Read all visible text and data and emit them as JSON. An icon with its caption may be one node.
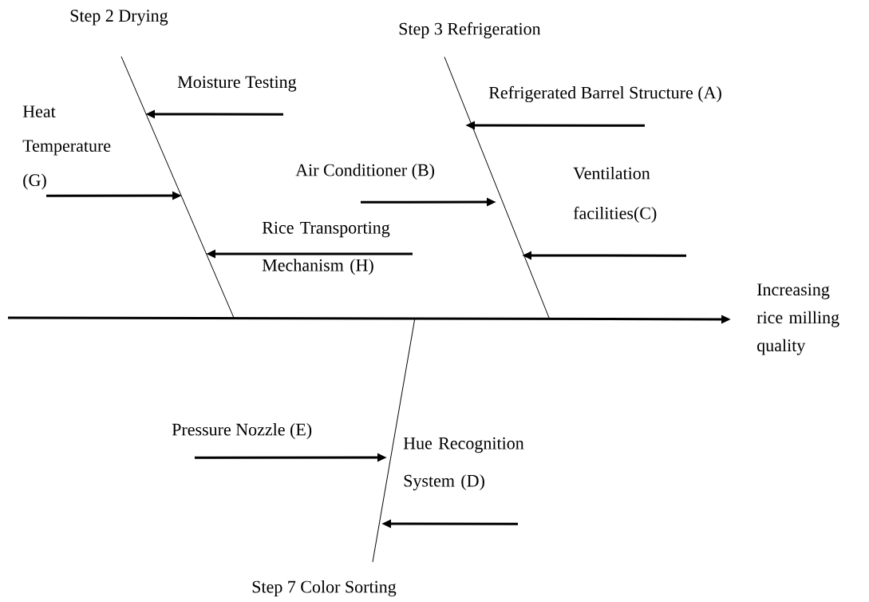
{
  "diagram": {
    "nodes": [
      {
        "text": [
          "Step 2 Drying"
        ]
      },
      {
        "text": [
          "Step 3 Refrigeration"
        ]
      },
      {
        "text": [
          "Step 7 Color Sorting"
        ]
      },
      {
        "text": [
          "Increasing rice milling quality"
        ]
      },
      {
        "text": [
          "Moisture Testing"
        ]
      },
      {
        "text": [
          "Heat Temperature (G)"
        ]
      },
      {
        "text": [
          "Rice Transporting Mechanism (H)"
        ]
      },
      {
        "text": [
          "Refrigerated Barrel Structure (A)"
        ]
      },
      {
        "text": [
          "Air Conditioner (B)"
        ]
      },
      {
        "text": [
          "Ventilation facilities(C)"
        ]
      },
      {
        "text": [
          "Pressure Nozzle (E)"
        ]
      },
      {
        "text": [
          "Hue Recognition System (D)"
        ]
      }
    ],
    "edges": [
      {
        "from": null,
        "to": 3,
        "arrow": "to"
      },
      {
        "from": 0,
        "to": null,
        "arrow": "none"
      },
      {
        "from": 1,
        "to": null,
        "arrow": "none"
      },
      {
        "from": 2,
        "to": null,
        "arrow": "none"
      },
      {
        "from": 4,
        "to": null,
        "arrow": "to"
      },
      {
        "from": 5,
        "to": null,
        "arrow": "to"
      },
      {
        "from": 6,
        "to": null,
        "arrow": "to"
      },
      {
        "from": 7,
        "to": null,
        "arrow": "to"
      },
      {
        "from": 8,
        "to": null,
        "arrow": "to"
      },
      {
        "from": 9,
        "to": null,
        "arrow": "to"
      },
      {
        "from": 10,
        "to": null,
        "arrow": "to"
      },
      {
        "from": 11,
        "to": null,
        "arrow": "to"
      }
    ]
  }
}
